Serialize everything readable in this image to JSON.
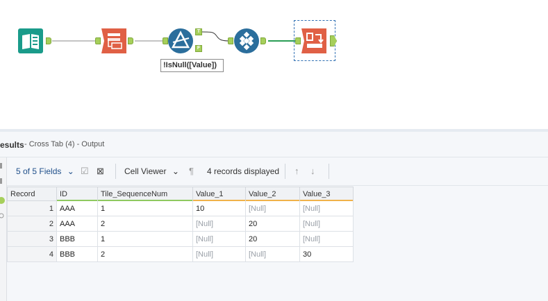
{
  "canvas": {
    "filter_label": "!IsNull([Value])",
    "filter_true": "T",
    "filter_false": "F"
  },
  "results": {
    "title": "esults",
    "subtitle": "- Cross Tab (4) - Output"
  },
  "toolbar": {
    "fields_label": "5 of 5 Fields",
    "cell_viewer_label": "Cell Viewer",
    "records_label": "4 records displayed"
  },
  "table": {
    "columns": [
      "Record",
      "ID",
      "Tile_SequenceNum",
      "Value_1",
      "Value_2",
      "Value_3"
    ],
    "rows": [
      [
        "1",
        "AAA",
        "1",
        "10",
        "[Null]",
        "[Null]"
      ],
      [
        "2",
        "AAA",
        "2",
        "[Null]",
        "20",
        "[Null]"
      ],
      [
        "3",
        "BBB",
        "1",
        "[Null]",
        "20",
        "[Null]"
      ],
      [
        "4",
        "BBB",
        "2",
        "[Null]",
        "[Null]",
        "30"
      ]
    ]
  },
  "colors": {
    "anchor": "#a6cf5b",
    "transform_tool": "#e06045",
    "preparation_tool": "#2b6e9c",
    "input_tool": "#1a9b8a",
    "selected_border": "#2f6fb3",
    "header_bar_green": "#8fc960",
    "header_bar_orange": "#f0b24a"
  },
  "icons": {
    "input": "book-icon",
    "tile": "tile-icon",
    "filter": "filter-icon",
    "multirow": "diamond-grid-icon",
    "crosstab": "crosstab-icon"
  }
}
